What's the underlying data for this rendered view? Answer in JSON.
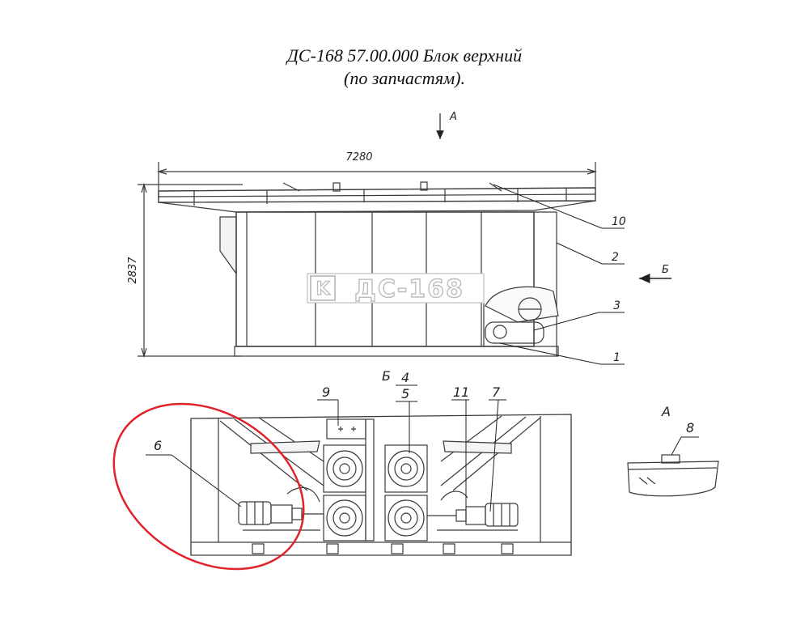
{
  "title": {
    "line1": "ДС-168 57.00.000 Блок верхний",
    "line2": "(по запчастям)."
  },
  "dimensions": {
    "length": "7280",
    "height": "2837"
  },
  "view_markers": {
    "view_a": "А",
    "view_b": "Б",
    "section_b": "Б",
    "detail_a": "А"
  },
  "brand_plate": "ДС-168",
  "callouts": {
    "c1": "1",
    "c2": "2",
    "c3": "3",
    "c4": "4",
    "c5": "5",
    "c6": "6",
    "c7": "7",
    "c8": "8",
    "c9": "9",
    "c10": "10",
    "c11": "11"
  },
  "colors": {
    "line": "#3a3a3a",
    "highlight": "#e0232b",
    "background": "#ffffff"
  }
}
